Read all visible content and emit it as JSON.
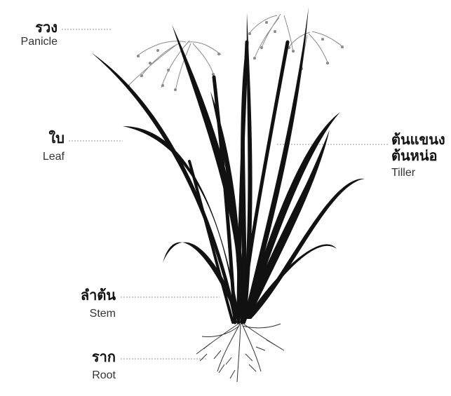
{
  "labels": {
    "panicle": {
      "th": "รวง",
      "en": "Panicle"
    },
    "leaf": {
      "th": "ใบ",
      "en": "Leaf"
    },
    "tiller": {
      "th1": "ต้นแขนง",
      "th2": "ต้นหน่อ",
      "en": "Tiller"
    },
    "stem": {
      "th": "ลำต้น",
      "en": "Stem"
    },
    "root": {
      "th": "ราก",
      "en": "Root"
    }
  },
  "colors": {
    "ink": "#111111",
    "leader": "#9a9a9a",
    "panicle": "#8a8a8a"
  }
}
